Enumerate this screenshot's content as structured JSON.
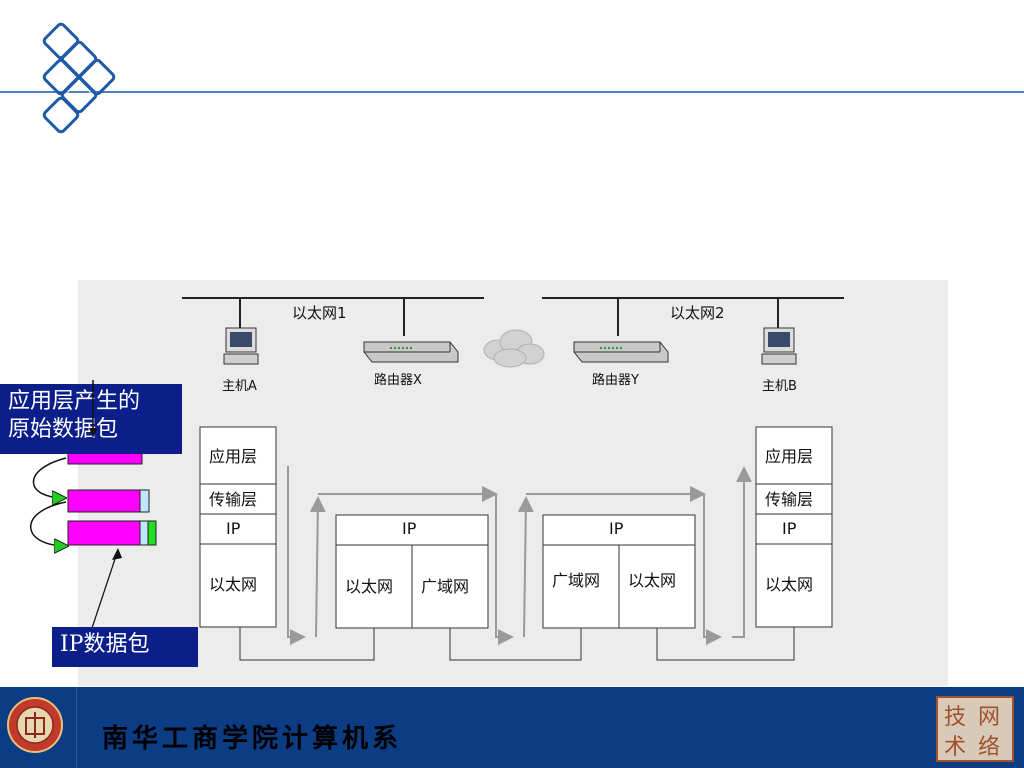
{
  "network": {
    "ethernet1": "以太网1",
    "ethernet2": "以太网2",
    "host_a": "主机A",
    "host_b": "主机B",
    "router_x": "路由器X",
    "router_y": "路由器Y"
  },
  "stacks": {
    "host_a": [
      "应用层",
      "传输层",
      "IP",
      "以太网"
    ],
    "router_x": {
      "ip": "IP",
      "left": "以太网",
      "right": "广域网"
    },
    "router_y": {
      "ip": "IP",
      "left": "广域网",
      "right": "以太网"
    },
    "host_b": [
      "应用层",
      "传输层",
      "IP",
      "以太网"
    ]
  },
  "callouts": {
    "app_packet": [
      "应用层产生的",
      "原始数据包"
    ],
    "ip_packet": "IP数据包"
  },
  "footer": {
    "title": "南华工商学院计算机系",
    "stamp": [
      "技",
      "网",
      "术",
      "络"
    ]
  },
  "colors": {
    "accent": "#4a7fc1",
    "footer_bg": "#0b3c84",
    "callout_bg": "#0b1e8a",
    "packet_payload": "#ff00ff",
    "arrow": "#9a9a9a"
  }
}
